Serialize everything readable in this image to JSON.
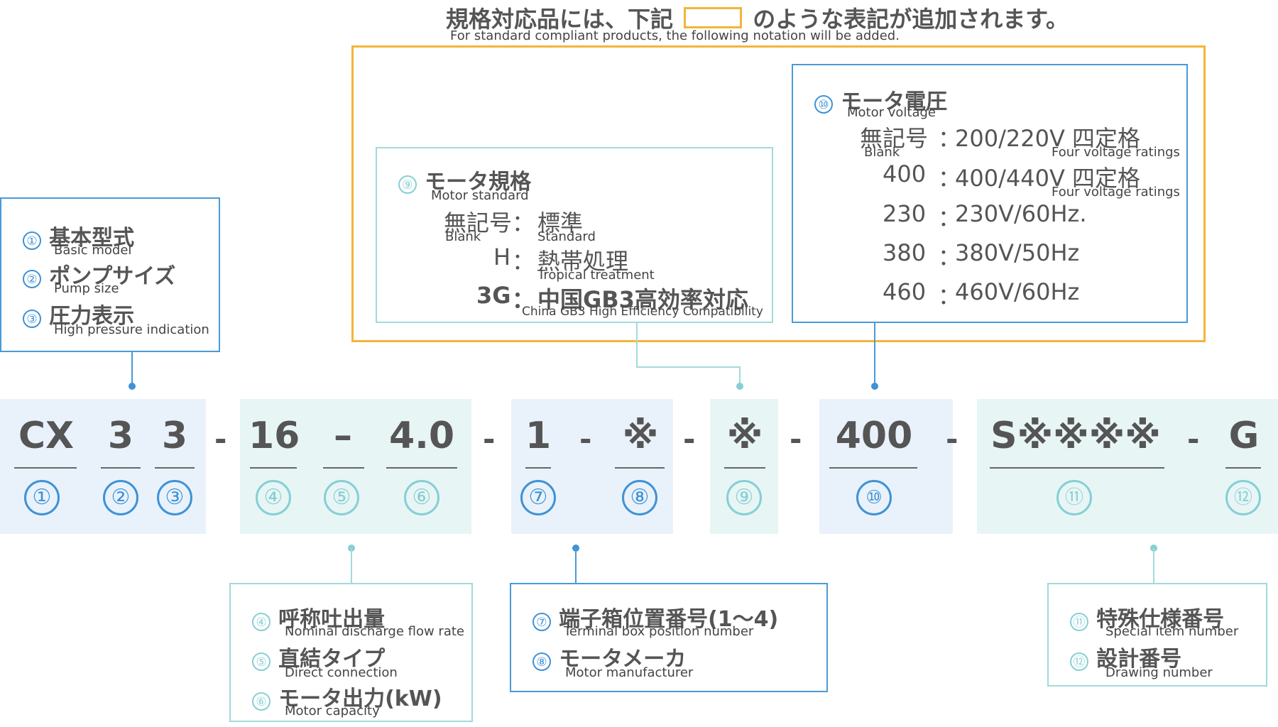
{
  "header": {
    "title_before": "規格対応品には、下記",
    "title_after": "のような表記が追加されます。",
    "subtitle": "For standard compliant products, the following notation will be added."
  },
  "legend_basic": {
    "items": [
      {
        "num": "①",
        "ja": "基本型式",
        "en": "Basic model"
      },
      {
        "num": "②",
        "ja": "ポンプサイズ",
        "en": "Pump size"
      },
      {
        "num": "③",
        "ja": "圧力表示",
        "en": "High pressure indication"
      }
    ]
  },
  "motor_standard": {
    "num": "⑨",
    "ja": "モータ規格",
    "en": "Motor standard",
    "rows": [
      {
        "code": "無記号",
        "code_en": "Blank",
        "sep": "：",
        "val": "標準",
        "val_en": "Standard"
      },
      {
        "code": "H",
        "code_en": "",
        "sep": "：",
        "val": "熱帯処理",
        "val_en": "Tropical treatment"
      },
      {
        "code": "3G",
        "code_en": "",
        "sep": "：",
        "val": "中国GB3高効率対応",
        "val_en": "China GB3 High Efficiency Compatibility"
      }
    ]
  },
  "motor_voltage": {
    "num": "⑩",
    "ja": "モータ電圧",
    "en": "Motor voltage",
    "rows": [
      {
        "code": "無記号",
        "code_en": "Blank",
        "sep": "：",
        "val": "200/220V 四定格",
        "val_en": "Four voltage ratings"
      },
      {
        "code": "400",
        "code_en": "",
        "sep": "：",
        "val": "400/440V 四定格",
        "val_en": "Four voltage ratings"
      },
      {
        "code": "230",
        "code_en": "",
        "sep": "：",
        "val": "230V/60Hz.",
        "val_en": ""
      },
      {
        "code": "380",
        "code_en": "",
        "sep": "：",
        "val": "380V/50Hz",
        "val_en": ""
      },
      {
        "code": "460",
        "code_en": "",
        "sep": "：",
        "val": "460V/60Hz",
        "val_en": ""
      }
    ]
  },
  "code": {
    "parts": [
      "CX",
      "3",
      "3",
      "16",
      "–",
      "4.0",
      "1",
      "※",
      "※",
      "400",
      "S※※※※",
      "G"
    ],
    "dash": "-",
    "nums": [
      "①",
      "②",
      "③",
      "④",
      "⑤",
      "⑥",
      "⑦",
      "⑧",
      "⑨",
      "⑩",
      "⑪",
      "⑫"
    ]
  },
  "legend_flow": {
    "items": [
      {
        "num": "④",
        "ja": "呼称吐出量",
        "en": "Nominal discharge flow rate"
      },
      {
        "num": "⑤",
        "ja": "直結タイプ",
        "en": "Direct connection"
      },
      {
        "num": "⑥",
        "ja": "モータ出力(kW)",
        "en": "Motor capacity"
      }
    ]
  },
  "legend_terminal": {
    "items": [
      {
        "num": "⑦",
        "ja": "端子箱位置番号(1～4)",
        "en": "Terminal box position number"
      },
      {
        "num": "⑧",
        "ja": "モータメーカ",
        "en": "Motor manufacturer"
      }
    ]
  },
  "legend_special": {
    "items": [
      {
        "num": "⑪",
        "ja": "特殊仕様番号",
        "en": "Special item number"
      },
      {
        "num": "⑫",
        "ja": "設計番号",
        "en": "Drawing number"
      }
    ]
  },
  "colors": {
    "blue": "#3f92d6",
    "teal": "#86cfd5",
    "gold": "#f2b53a",
    "blue_bg": "#e9f2fb",
    "teal_bg": "#e8f5f5"
  }
}
